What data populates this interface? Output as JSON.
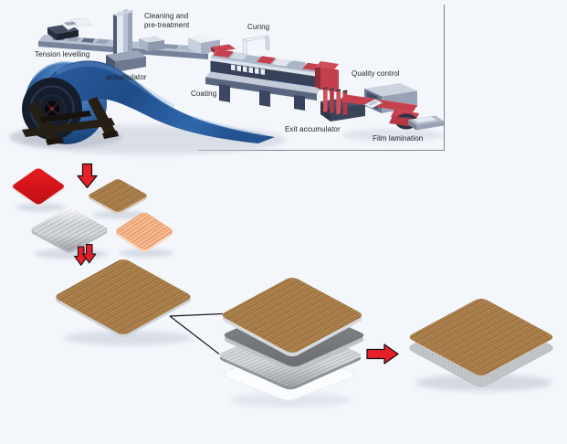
{
  "process_line": {
    "labels": {
      "tension_levelling": "Tension levelling",
      "accumulator": "accumulator",
      "cleaning_pretreatment": "Cleaning and pre-treatment",
      "coating": "Coating",
      "curing": "Curing",
      "exit_accumulator": "Exit accumulator",
      "quality_control": "Quality control",
      "film_lamination": "Film lamination"
    }
  },
  "colors": {
    "background": "#f3f6fb",
    "arrow_red": "#e6202a",
    "machine_red": "#c4414d",
    "machine_gray": "#aeb9ca",
    "coil_blue": "#2e66ab",
    "red_film": "#d81b21",
    "wood_decor": "#a87c4a",
    "steel_silver": "#c6c9cd",
    "orange_decor": "#f0a87a",
    "dark_layer_gray": "#77797d"
  }
}
